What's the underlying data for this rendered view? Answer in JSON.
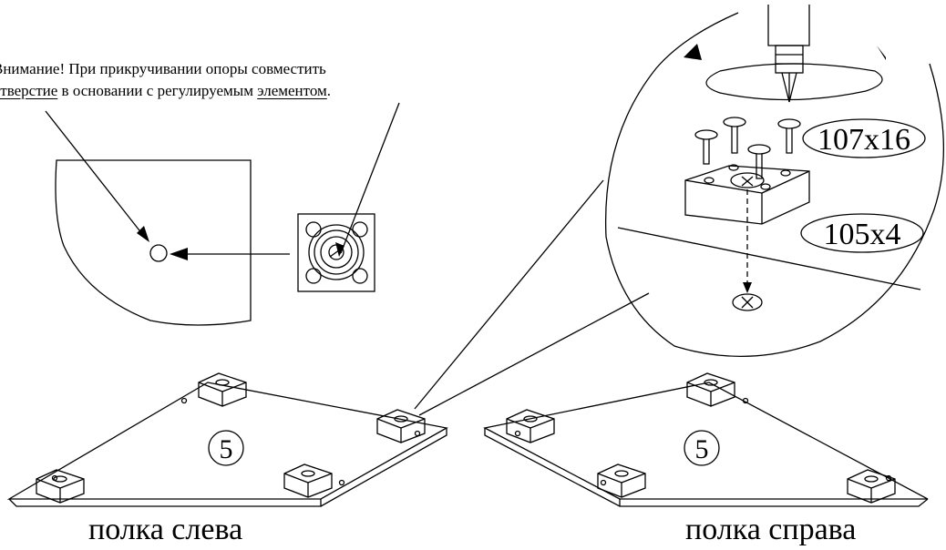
{
  "note": {
    "line1": "Внимание! При прикручивании опоры совместить",
    "line2_part1": "отверстие",
    "line2_part2": " в основании с регулируемым ",
    "line2_part3": "элементом",
    "line2_part4": "."
  },
  "parts": {
    "screw": "107x16",
    "foot": "105x4",
    "shelf_number": "5"
  },
  "captions": {
    "left": "полка слева",
    "right": "полка справа"
  }
}
